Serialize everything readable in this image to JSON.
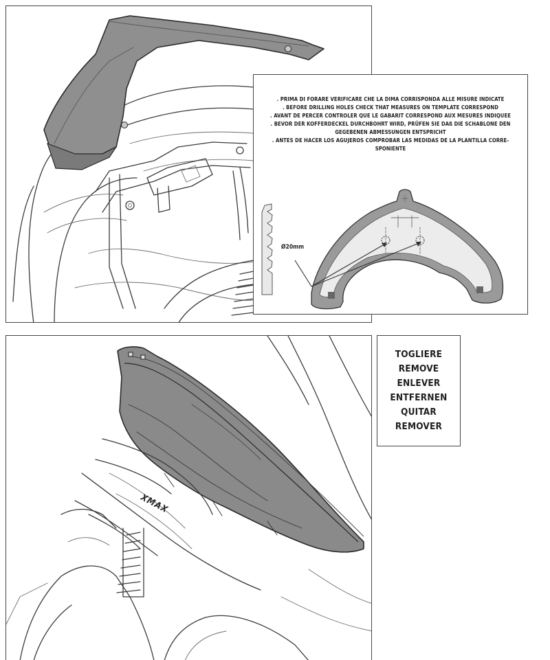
{
  "instructions": {
    "lines": [
      ". PRIMA DI FORARE VERIFICARE CHE LA DIMA CORRISPONDA ALLE MISURE INDICATE",
      ". BEFORE DRILLING HOLES CHECK THAT MEASURES ON TEMPLATE CORRESPOND",
      ". AVANT DE PERCER CONTROLER QUE LE GABARIT CORRESPOND AUX MESURES INDIQUEE",
      ". BEVOR DER KOFFERDECKEL DURCHBOHRT WIRD, PRÜFEN SIE DAß DIE SCHABLONE DEN",
      "GEGEBENEN ABMESSUNGEN ENTSPRICHT",
      ". ANTES DE HACER LOS AGUJEROS COMPROBAR LAS MEDIDAS DE LA PLANTILLA CORRE-",
      "SPONIENTE"
    ]
  },
  "drill_bit": {
    "label": "Ø20mm"
  },
  "remove_labels": [
    "TOGLIERE",
    "REMOVE",
    "ENLEVER",
    "ENTFERNEN",
    "QUITAR",
    "REMOVER"
  ],
  "scooter_logo": "XMAX",
  "colors": {
    "line": "#3a3a3a",
    "part_fill": "#8f8f8f",
    "part_dark": "#7a7a7a",
    "background": "#ffffff"
  }
}
